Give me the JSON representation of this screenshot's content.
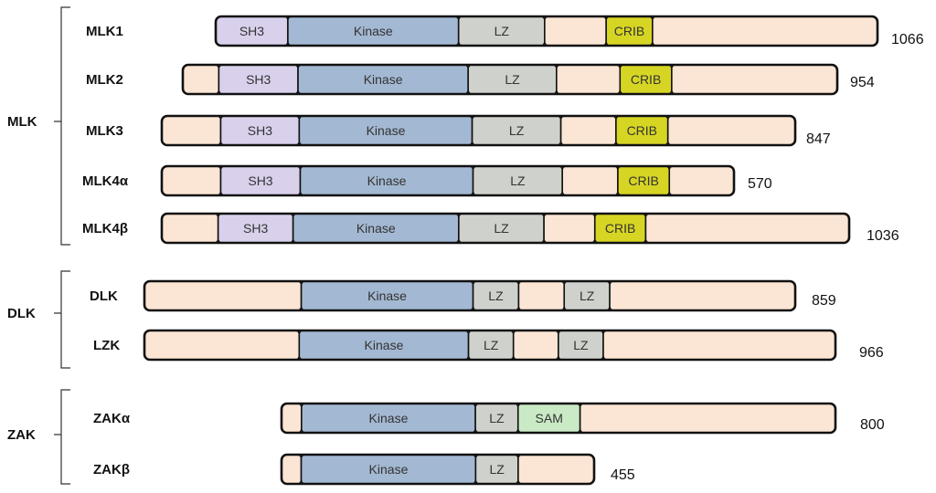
{
  "colors": {
    "Body": "#fbe5d4",
    "SH3": "#d9d0ec",
    "Kinase": "#a3b8d2",
    "LZ": "#cfd2cc",
    "CRIB": "#d7d524",
    "SAM": "#c9eac4"
  },
  "groups": [
    {
      "label": "MLK",
      "proteins": [
        {
          "name": "MLK1",
          "length": "1066",
          "domains": [
            {
              "type": "SH3",
              "label": "SH3",
              "start": 0.0,
              "end": 0.109
            },
            {
              "type": "Kinase",
              "label": "Kinase",
              "start": 0.109,
              "end": 0.367
            },
            {
              "type": "LZ",
              "label": "LZ",
              "start": 0.367,
              "end": 0.497
            },
            {
              "type": "Body",
              "label": "",
              "start": 0.497,
              "end": 0.59
            },
            {
              "type": "CRIB",
              "label": "CRIB",
              "start": 0.59,
              "end": 0.66
            },
            {
              "type": "Body",
              "label": "",
              "start": 0.66,
              "end": 1.0
            }
          ]
        },
        {
          "name": "MLK2",
          "length": "954",
          "domains": [
            {
              "type": "Body",
              "label": "",
              "start": 0.0,
              "end": 0.055
            },
            {
              "type": "SH3",
              "label": "SH3",
              "start": 0.055,
              "end": 0.176
            },
            {
              "type": "Kinase",
              "label": "Kinase",
              "start": 0.176,
              "end": 0.436
            },
            {
              "type": "LZ",
              "label": "LZ",
              "start": 0.436,
              "end": 0.571
            },
            {
              "type": "Body",
              "label": "",
              "start": 0.571,
              "end": 0.668
            },
            {
              "type": "CRIB",
              "label": "CRIB",
              "start": 0.668,
              "end": 0.747
            },
            {
              "type": "Body",
              "label": "",
              "start": 0.747,
              "end": 1.0
            }
          ]
        },
        {
          "name": "MLK3",
          "length": "847",
          "domains": [
            {
              "type": "Body",
              "label": "",
              "start": 0.0,
              "end": 0.093
            },
            {
              "type": "SH3",
              "label": "SH3",
              "start": 0.093,
              "end": 0.217
            },
            {
              "type": "Kinase",
              "label": "Kinase",
              "start": 0.217,
              "end": 0.49
            },
            {
              "type": "LZ",
              "label": "LZ",
              "start": 0.49,
              "end": 0.63
            },
            {
              "type": "Body",
              "label": "",
              "start": 0.63,
              "end": 0.717
            },
            {
              "type": "CRIB",
              "label": "CRIB",
              "start": 0.717,
              "end": 0.799
            },
            {
              "type": "Body",
              "label": "",
              "start": 0.799,
              "end": 1.0
            }
          ]
        },
        {
          "name": "MLK4α",
          "length": "570",
          "domains": [
            {
              "type": "Body",
              "label": "",
              "start": 0.0,
              "end": 0.103
            },
            {
              "type": "SH3",
              "label": "SH3",
              "start": 0.103,
              "end": 0.242
            },
            {
              "type": "Kinase",
              "label": "Kinase",
              "start": 0.242,
              "end": 0.544
            },
            {
              "type": "LZ",
              "label": "LZ",
              "start": 0.544,
              "end": 0.7
            },
            {
              "type": "Body",
              "label": "",
              "start": 0.7,
              "end": 0.797
            },
            {
              "type": "CRIB",
              "label": "CRIB",
              "start": 0.797,
              "end": 0.887
            },
            {
              "type": "Body",
              "label": "",
              "start": 0.887,
              "end": 1.0
            }
          ]
        },
        {
          "name": "MLK4β",
          "length": "1036",
          "domains": [
            {
              "type": "Body",
              "label": "",
              "start": 0.0,
              "end": 0.082
            },
            {
              "type": "SH3",
              "label": "SH3",
              "start": 0.082,
              "end": 0.191
            },
            {
              "type": "Kinase",
              "label": "Kinase",
              "start": 0.191,
              "end": 0.432
            },
            {
              "type": "LZ",
              "label": "LZ",
              "start": 0.432,
              "end": 0.556
            },
            {
              "type": "Body",
              "label": "",
              "start": 0.556,
              "end": 0.63
            },
            {
              "type": "CRIB",
              "label": "CRIB",
              "start": 0.63,
              "end": 0.704
            },
            {
              "type": "Body",
              "label": "",
              "start": 0.704,
              "end": 1.0
            }
          ]
        }
      ]
    },
    {
      "label": "DLK",
      "proteins": [
        {
          "name": "DLK",
          "length": "859",
          "domains": [
            {
              "type": "Body",
              "label": "",
              "start": 0.0,
              "end": 0.241
            },
            {
              "type": "Kinase",
              "label": "Kinase",
              "start": 0.241,
              "end": 0.505
            },
            {
              "type": "LZ",
              "label": "LZ",
              "start": 0.505,
              "end": 0.575
            },
            {
              "type": "Body",
              "label": "",
              "start": 0.575,
              "end": 0.645
            },
            {
              "type": "LZ",
              "label": "LZ",
              "start": 0.645,
              "end": 0.715
            },
            {
              "type": "Body",
              "label": "",
              "start": 0.715,
              "end": 1.0
            }
          ]
        },
        {
          "name": "LZK",
          "length": "966",
          "domains": [
            {
              "type": "Body",
              "label": "",
              "start": 0.0,
              "end": 0.224
            },
            {
              "type": "Kinase",
              "label": "Kinase",
              "start": 0.224,
              "end": 0.469
            },
            {
              "type": "LZ",
              "label": "LZ",
              "start": 0.469,
              "end": 0.534
            },
            {
              "type": "Body",
              "label": "",
              "start": 0.534,
              "end": 0.599
            },
            {
              "type": "LZ",
              "label": "LZ",
              "start": 0.599,
              "end": 0.664
            },
            {
              "type": "Body",
              "label": "",
              "start": 0.664,
              "end": 1.0
            }
          ]
        }
      ]
    },
    {
      "label": "ZAK",
      "proteins": [
        {
          "name": "ZAKα",
          "length": "800",
          "domains": [
            {
              "type": "Body",
              "label": "",
              "start": 0.0,
              "end": 0.036
            },
            {
              "type": "Kinase",
              "label": "Kinase",
              "start": 0.036,
              "end": 0.35
            },
            {
              "type": "LZ",
              "label": "LZ",
              "start": 0.35,
              "end": 0.427
            },
            {
              "type": "SAM",
              "label": "SAM",
              "start": 0.427,
              "end": 0.539
            },
            {
              "type": "Body",
              "label": "",
              "start": 0.539,
              "end": 1.0
            }
          ]
        },
        {
          "name": "ZAKβ",
          "length": "455",
          "domains": [
            {
              "type": "Body",
              "label": "",
              "start": 0.0,
              "end": 0.063
            },
            {
              "type": "Kinase",
              "label": "Kinase",
              "start": 0.063,
              "end": 0.621
            },
            {
              "type": "LZ",
              "label": "LZ",
              "start": 0.621,
              "end": 0.757
            },
            {
              "type": "Body",
              "label": "",
              "start": 0.757,
              "end": 1.0
            }
          ]
        }
      ]
    }
  ]
}
